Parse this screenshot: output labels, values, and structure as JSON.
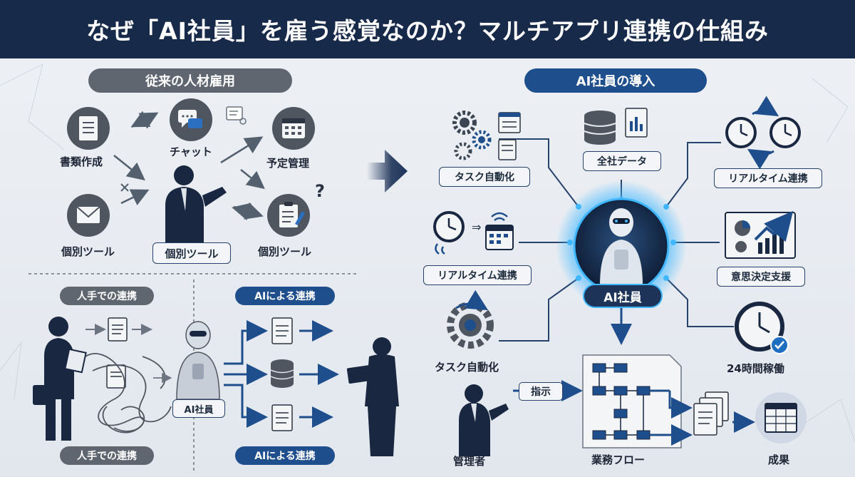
{
  "title": "なぜ「AI社員」を雇う感覚なのか？マルチアプリ連携の仕組み",
  "left": {
    "header": "従来の人材雇用",
    "items": {
      "documents": "書類作成",
      "chat": "チャット",
      "schedule": "予定管理",
      "mail_tool": "個別ツール",
      "person_tool": "個別ツール",
      "clipboard_tool": "個別ツール"
    },
    "question_mark": "?",
    "manual": {
      "top_label": "人手での連携",
      "bottom_label": "人手での連携"
    },
    "ai": {
      "top_label": "AIによる連携",
      "bottom_label": "AIによる連携",
      "robot_label": "AI社員"
    }
  },
  "right": {
    "header": "AI社員の導入",
    "center_label": "AI社員",
    "nodes": {
      "task_auto_top": "タスク自動化",
      "all_data": "全社データ",
      "realtime_top": "リアルタイム連携",
      "realtime_left": "リアルタイム連携",
      "decision": "意思決定支援",
      "task_auto_bottom": "タスク自動化",
      "hours24": "24時間稼働"
    },
    "flow": {
      "manager": "管理者",
      "instruction": "指示",
      "workflow": "業務フロー",
      "result": "成果"
    }
  },
  "colors": {
    "navy": "#172a4a",
    "blue": "#1f4e8c",
    "gray_pill": "#5f6670",
    "glow": "#3fb7ff"
  }
}
